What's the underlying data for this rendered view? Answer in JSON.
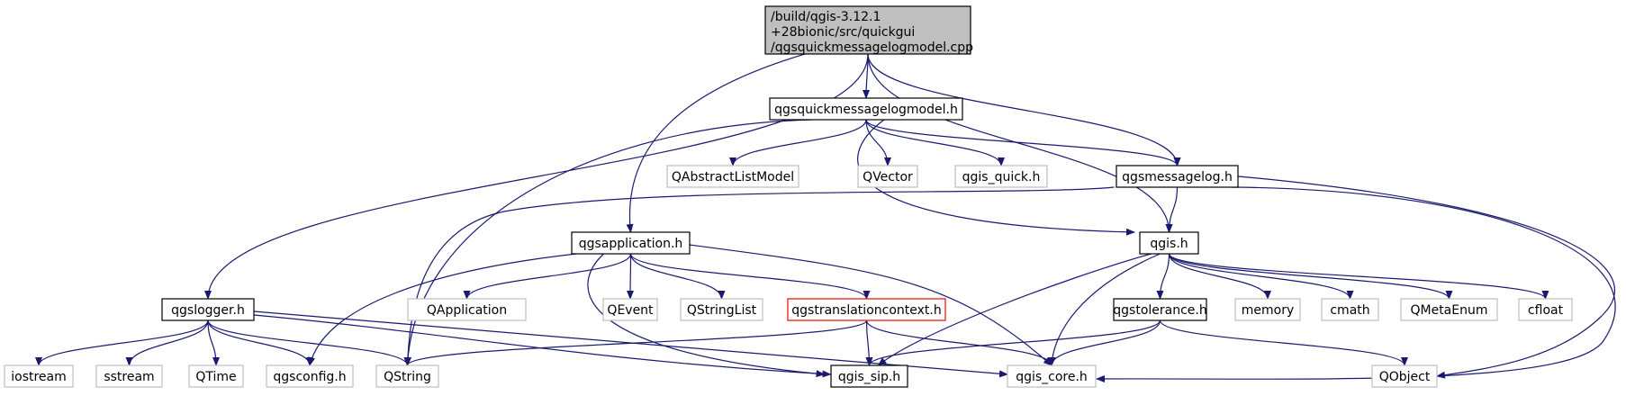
{
  "graph": {
    "root": {
      "label_lines": [
        "/build/qgis-3.12.1",
        "+28bionic/src/quickgui",
        "/qgsquickmessagelogmodel.cpp"
      ],
      "fill": "#bfbfbf",
      "border": "#000000"
    },
    "nodes": [
      {
        "id": "qgsquickmessagelogmodel_h",
        "label": "qgsquickmessagelogmodel.h",
        "style": "normal"
      },
      {
        "id": "qgsmessagelog_h",
        "label": "qgsmessagelog.h",
        "style": "normal"
      },
      {
        "id": "qgsapplication_h",
        "label": "qgsapplication.h",
        "style": "normal"
      },
      {
        "id": "qgis_h",
        "label": "qgis.h",
        "style": "normal"
      },
      {
        "id": "qgslogger_h",
        "label": "qgslogger.h",
        "style": "normal"
      },
      {
        "id": "QAbstractListModel",
        "label": "QAbstractListModel",
        "style": "external"
      },
      {
        "id": "QVector",
        "label": "QVector",
        "style": "external"
      },
      {
        "id": "qgis_quick_h",
        "label": "qgis_quick.h",
        "style": "external"
      },
      {
        "id": "QApplication",
        "label": "QApplication",
        "style": "external"
      },
      {
        "id": "QEvent",
        "label": "QEvent",
        "style": "external"
      },
      {
        "id": "QStringList",
        "label": "QStringList",
        "style": "external"
      },
      {
        "id": "qgstranslationcontext_h",
        "label": "qgstranslationcontext.h",
        "style": "incomplete"
      },
      {
        "id": "qgstolerance_h",
        "label": "qgstolerance.h",
        "style": "normal"
      },
      {
        "id": "memory",
        "label": "memory",
        "style": "external"
      },
      {
        "id": "cmath",
        "label": "cmath",
        "style": "external"
      },
      {
        "id": "QMetaEnum",
        "label": "QMetaEnum",
        "style": "external"
      },
      {
        "id": "cfloat",
        "label": "cfloat",
        "style": "external"
      },
      {
        "id": "iostream",
        "label": "iostream",
        "style": "external"
      },
      {
        "id": "sstream",
        "label": "sstream",
        "style": "external"
      },
      {
        "id": "QTime",
        "label": "QTime",
        "style": "external"
      },
      {
        "id": "qgsconfig_h",
        "label": "qgsconfig.h",
        "style": "external"
      },
      {
        "id": "QString",
        "label": "QString",
        "style": "external"
      },
      {
        "id": "qgis_sip_h",
        "label": "qgis_sip.h",
        "style": "normal"
      },
      {
        "id": "qgis_core_h",
        "label": "qgis_core.h",
        "style": "external"
      },
      {
        "id": "QObject",
        "label": "QObject",
        "style": "external"
      }
    ],
    "edges": [
      [
        "root",
        "qgsquickmessagelogmodel_h"
      ],
      [
        "root",
        "qgsmessagelog_h"
      ],
      [
        "root",
        "qgsapplication_h"
      ],
      [
        "root",
        "qgis_h"
      ],
      [
        "root",
        "qgslogger_h"
      ],
      [
        "qgsquickmessagelogmodel_h",
        "QAbstractListModel"
      ],
      [
        "qgsquickmessagelogmodel_h",
        "QVector"
      ],
      [
        "qgsquickmessagelogmodel_h",
        "qgis_quick_h"
      ],
      [
        "qgsquickmessagelogmodel_h",
        "qgsmessagelog_h"
      ],
      [
        "qgsquickmessagelogmodel_h",
        "qgis_h"
      ],
      [
        "qgsquickmessagelogmodel_h",
        "QString"
      ],
      [
        "qgsmessagelog_h",
        "qgis_h"
      ],
      [
        "qgsmessagelog_h",
        "QString"
      ],
      [
        "qgsmessagelog_h",
        "qgis_core_h"
      ],
      [
        "qgsmessagelog_h",
        "QObject"
      ],
      [
        "qgsapplication_h",
        "QApplication"
      ],
      [
        "qgsapplication_h",
        "QEvent"
      ],
      [
        "qgsapplication_h",
        "QStringList"
      ],
      [
        "qgsapplication_h",
        "qgstranslationcontext_h"
      ],
      [
        "qgsapplication_h",
        "qgsconfig_h"
      ],
      [
        "qgsapplication_h",
        "qgis_sip_h"
      ],
      [
        "qgsapplication_h",
        "qgis_core_h"
      ],
      [
        "qgis_h",
        "qgstolerance_h"
      ],
      [
        "qgis_h",
        "memory"
      ],
      [
        "qgis_h",
        "cmath"
      ],
      [
        "qgis_h",
        "QMetaEnum"
      ],
      [
        "qgis_h",
        "cfloat"
      ],
      [
        "qgis_h",
        "qgis_sip_h"
      ],
      [
        "qgis_h",
        "qgis_core_h"
      ],
      [
        "qgslogger_h",
        "iostream"
      ],
      [
        "qgslogger_h",
        "sstream"
      ],
      [
        "qgslogger_h",
        "QTime"
      ],
      [
        "qgslogger_h",
        "qgsconfig_h"
      ],
      [
        "qgslogger_h",
        "QString"
      ],
      [
        "qgslogger_h",
        "qgis_sip_h"
      ],
      [
        "qgslogger_h",
        "qgis_core_h"
      ],
      [
        "qgstranslationcontext_h",
        "QString"
      ],
      [
        "qgstranslationcontext_h",
        "qgis_sip_h"
      ],
      [
        "qgstranslationcontext_h",
        "qgis_core_h"
      ],
      [
        "qgstolerance_h",
        "qgis_sip_h"
      ],
      [
        "qgstolerance_h",
        "qgis_core_h"
      ],
      [
        "qgstolerance_h",
        "QObject"
      ]
    ],
    "colors": {
      "edge": "#191970",
      "normal_border": "#000000",
      "external_border": "#bfbfbf",
      "incomplete_border": "#ff0000",
      "node_fill": "#ffffff"
    }
  }
}
